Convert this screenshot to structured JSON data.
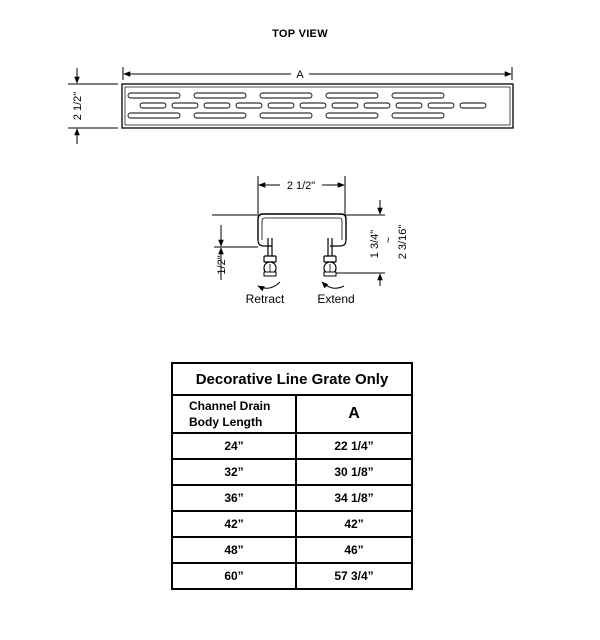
{
  "top_view": {
    "title": "TOP VIEW",
    "length_label": "A",
    "width_label": "2 1/2\""
  },
  "section": {
    "width_label": "2 1/2\"",
    "height_min_label": "1 3/4\"",
    "tilde": "~",
    "height_max_label": "2 3/16\"",
    "clip_label": "1/2\"",
    "retract_label": "Retract",
    "extend_label": "Extend"
  },
  "table": {
    "title": "Decorative Line Grate Only",
    "col1_header_line1": "Channel Drain",
    "col1_header_line2": "Body Length",
    "col2_header": "A",
    "rows": [
      [
        "24”",
        "22 1/4”"
      ],
      [
        "32”",
        "30 1/8”"
      ],
      [
        "36”",
        "34 1/8”"
      ],
      [
        "42”",
        "42”"
      ],
      [
        "48”",
        "46”"
      ],
      [
        "60”",
        "57 3/4”"
      ]
    ]
  }
}
